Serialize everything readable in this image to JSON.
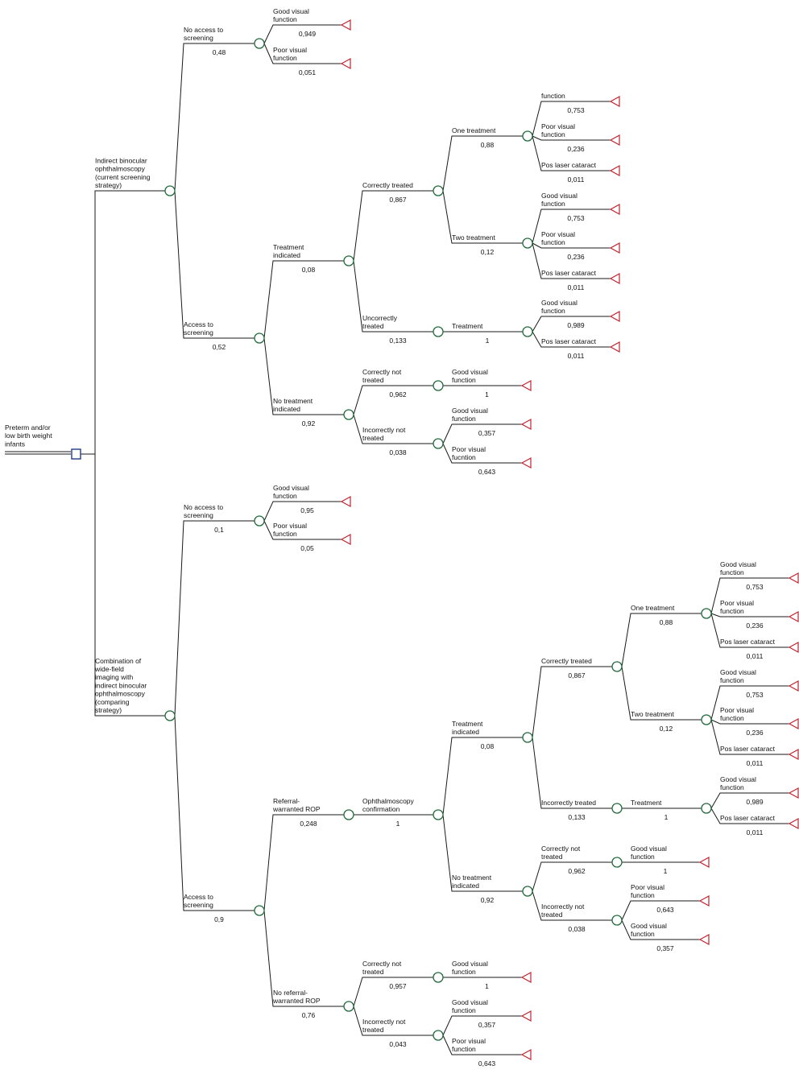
{
  "colors": {
    "chance": "#1e6b3a",
    "terminal": "#c0242f",
    "decision": "#1f3f86",
    "line": "#1a1a1a"
  },
  "root": {
    "label": [
      "Preterm and/or",
      "low birth weight",
      "infants"
    ]
  },
  "nodes": [
    {
      "id": "s1",
      "label": [
        "Indirect binocular",
        "ophthalmoscopy",
        "(current screening",
        "strategy)"
      ],
      "prob": ""
    },
    {
      "id": "s1_na",
      "label": [
        "No access to",
        "screening"
      ],
      "prob": "0,48"
    },
    {
      "id": "s1_na_g",
      "label": [
        "Good visual",
        "function"
      ],
      "prob": "0,949"
    },
    {
      "id": "s1_na_p",
      "label": [
        "Poor visual",
        "function"
      ],
      "prob": "0,051"
    },
    {
      "id": "s1_a",
      "label": [
        "Access to",
        "screening"
      ],
      "prob": "0,52"
    },
    {
      "id": "s1_ti",
      "label": [
        "Treatment",
        "indicated"
      ],
      "prob": "0,08"
    },
    {
      "id": "s1_ct",
      "label": [
        "Correctly treated"
      ],
      "prob": "0,867"
    },
    {
      "id": "s1_ot",
      "label": [
        "One treatment"
      ],
      "prob": "0,88"
    },
    {
      "id": "s1_ot_g",
      "label": [
        "function"
      ],
      "prob": "0,753"
    },
    {
      "id": "s1_ot_p",
      "label": [
        "Poor visual",
        "function"
      ],
      "prob": "0,236"
    },
    {
      "id": "s1_ot_c",
      "label": [
        "Pos laser cataract"
      ],
      "prob": "0,011"
    },
    {
      "id": "s1_tt",
      "label": [
        "Two treatment"
      ],
      "prob": "0,12"
    },
    {
      "id": "s1_tt_g",
      "label": [
        "Good visual",
        "function"
      ],
      "prob": "0,753"
    },
    {
      "id": "s1_tt_p",
      "label": [
        "Poor visual",
        "function"
      ],
      "prob": "0,236"
    },
    {
      "id": "s1_tt_c",
      "label": [
        "Pos laser cataract"
      ],
      "prob": "0,011"
    },
    {
      "id": "s1_ut",
      "label": [
        "Uncorrectly",
        "treated"
      ],
      "prob": "0,133"
    },
    {
      "id": "s1_tr",
      "label": [
        "Treatment"
      ],
      "prob": "1"
    },
    {
      "id": "s1_tr_g",
      "label": [
        "Good visual",
        "function"
      ],
      "prob": "0,989"
    },
    {
      "id": "s1_tr_c",
      "label": [
        "Pos laser cataract"
      ],
      "prob": "0,011"
    },
    {
      "id": "s1_nti",
      "label": [
        "No treatment",
        "indicated"
      ],
      "prob": "0,92"
    },
    {
      "id": "s1_cnt",
      "label": [
        "Correctly not",
        "treated"
      ],
      "prob": "0,962"
    },
    {
      "id": "s1_cnt_g",
      "label": [
        "Good visual",
        "function"
      ],
      "prob": "1"
    },
    {
      "id": "s1_int",
      "label": [
        "Incorrectly not",
        "treated"
      ],
      "prob": "0,038"
    },
    {
      "id": "s1_int_g",
      "label": [
        "Good visual",
        "function"
      ],
      "prob": "0,357"
    },
    {
      "id": "s1_int_p",
      "label": [
        "Poor visual",
        "fucntion"
      ],
      "prob": "0,643"
    },
    {
      "id": "s2",
      "label": [
        "Combination of",
        "wide-field",
        "imaging with",
        "indirect binocular",
        "ophthalmoscopy",
        "(comparing",
        "strategy)"
      ],
      "prob": ""
    },
    {
      "id": "s2_na",
      "label": [
        "No access to",
        "screening"
      ],
      "prob": "0,1"
    },
    {
      "id": "s2_na_g",
      "label": [
        "Good visual",
        "function"
      ],
      "prob": "0,95"
    },
    {
      "id": "s2_na_p",
      "label": [
        "Poor visual",
        "function"
      ],
      "prob": "0,05"
    },
    {
      "id": "s2_a",
      "label": [
        "Access to",
        "screening"
      ],
      "prob": "0,9"
    },
    {
      "id": "s2_rw",
      "label": [
        "Referral-",
        "warranted ROP"
      ],
      "prob": "0,248"
    },
    {
      "id": "s2_oc",
      "label": [
        "Ophthalmoscopy",
        "confirmation"
      ],
      "prob": "1"
    },
    {
      "id": "s2_ti",
      "label": [
        "Treatment",
        "indicated"
      ],
      "prob": "0,08"
    },
    {
      "id": "s2_ct",
      "label": [
        "Correctly treated"
      ],
      "prob": "0,867"
    },
    {
      "id": "s2_ot",
      "label": [
        "One treatment"
      ],
      "prob": "0,88"
    },
    {
      "id": "s2_ot_g",
      "label": [
        "Good visual",
        "function"
      ],
      "prob": "0,753"
    },
    {
      "id": "s2_ot_p",
      "label": [
        "Poor visual",
        "function"
      ],
      "prob": "0,236"
    },
    {
      "id": "s2_ot_c",
      "label": [
        "Pos laser cataract"
      ],
      "prob": "0,011"
    },
    {
      "id": "s2_tt",
      "label": [
        "Two treatment"
      ],
      "prob": "0,12"
    },
    {
      "id": "s2_tt_g",
      "label": [
        "Good visual",
        "function"
      ],
      "prob": "0,753"
    },
    {
      "id": "s2_tt_p",
      "label": [
        "Poor visual",
        "function"
      ],
      "prob": "0,236"
    },
    {
      "id": "s2_tt_c",
      "label": [
        "Pos laser cataract"
      ],
      "prob": "0,011"
    },
    {
      "id": "s2_it",
      "label": [
        "Incorrectly treated"
      ],
      "prob": "0,133"
    },
    {
      "id": "s2_tr",
      "label": [
        "Treatment"
      ],
      "prob": "1"
    },
    {
      "id": "s2_tr_g",
      "label": [
        "Good visual",
        "function"
      ],
      "prob": "0,989"
    },
    {
      "id": "s2_tr_c",
      "label": [
        "Pos laser cataract"
      ],
      "prob": "0,011"
    },
    {
      "id": "s2_nti",
      "label": [
        "No treatment",
        "indicated"
      ],
      "prob": "0,92"
    },
    {
      "id": "s2_cnt",
      "label": [
        "Correctly not",
        "treated"
      ],
      "prob": "0,962"
    },
    {
      "id": "s2_cnt_g",
      "label": [
        "Good visual",
        "function"
      ],
      "prob": "1"
    },
    {
      "id": "s2_int",
      "label": [
        "Incorrectly not",
        "treated"
      ],
      "prob": "0,038"
    },
    {
      "id": "s2_int_p",
      "label": [
        "Poor visual",
        "function"
      ],
      "prob": "0,643"
    },
    {
      "id": "s2_int_g",
      "label": [
        "Good visual",
        "function"
      ],
      "prob": "0,357"
    },
    {
      "id": "s2_nrw",
      "label": [
        "No referral-",
        "warranted ROP"
      ],
      "prob": "0,76"
    },
    {
      "id": "s2_nrw_cnt",
      "label": [
        "Correctly not",
        "treated"
      ],
      "prob": "0,957"
    },
    {
      "id": "s2_nrw_cnt_g",
      "label": [
        "Good visual",
        "function"
      ],
      "prob": "1"
    },
    {
      "id": "s2_nrw_int",
      "label": [
        "Incorrectly not",
        "treated"
      ],
      "prob": "0,043"
    },
    {
      "id": "s2_nrw_int_g",
      "label": [
        "Good visual",
        "function"
      ],
      "prob": "0,357"
    },
    {
      "id": "s2_nrw_int_p",
      "label": [
        "Poor visual",
        "function"
      ],
      "prob": "0,643"
    }
  ]
}
